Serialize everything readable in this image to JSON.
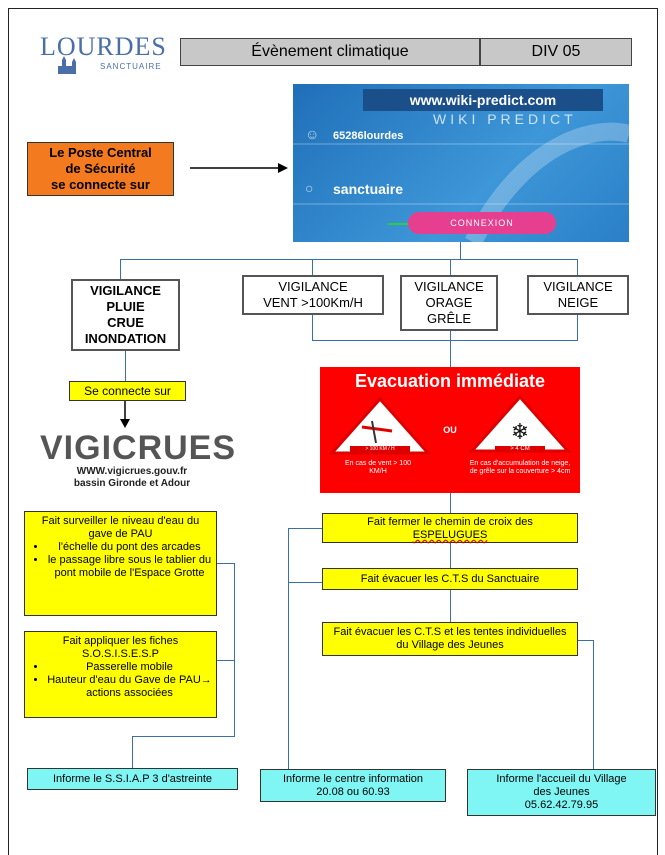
{
  "header": {
    "logo_main": "LOURDES",
    "logo_sub": "SANCTUAIRE",
    "title": "Évènement climatique",
    "code": "DIV 05"
  },
  "pcs_box": {
    "lines": [
      "Le Poste Central",
      "de Sécurité",
      "se connecte sur"
    ]
  },
  "wiki": {
    "url": "www.wiki-predict.com",
    "brand": "WIKI PREDICT",
    "user": "65286lourdes",
    "password": "sanctuaire",
    "button": "CONNEXION"
  },
  "vigilance": {
    "pluie": [
      "VIGILANCE",
      "PLUIE",
      "CRUE",
      "INONDATION"
    ],
    "vent": [
      "VIGILANCE",
      "VENT >100Km/H"
    ],
    "orage": [
      "VIGILANCE",
      "ORAGE",
      "GRÊLE"
    ],
    "neige": [
      "VIGILANCE",
      "NEIGE"
    ]
  },
  "left": {
    "connect": "Se connecte sur",
    "vigicrues_logo": "VIGICRUES",
    "vigicrues_url": "WWW.vigicrues.gouv.fr",
    "vigicrues_basin": "bassin Gironde et Adour",
    "box1_intro": "Fait surveiller le niveau d'eau du gave de PAU",
    "box1_items": [
      "l'échelle du pont des arcades",
      "le passage libre sous le tablier du pont mobile de l'Espace Grotte"
    ],
    "box2_intro": "Fait appliquer les fiches S.O.S.I.S.E.S.P",
    "box2_items": [
      "Passerelle mobile",
      "Hauteur d'eau du Gave de PAU→ actions associées"
    ]
  },
  "evac": {
    "title": "Evacuation immédiate",
    "or": "OU",
    "wind_sign": "> 100 KM / H",
    "snow_sign": "> 4 CM",
    "wind_caption": "En cas de vent > 100 KM/H",
    "snow_caption": "En cas d'accumulation de neige, de grêle sur la couverture > 4cm"
  },
  "actions": {
    "a1_line1": "Fait fermer le chemin de croix des",
    "a1_line2": "ESPELUGUES",
    "a2": "Fait évacuer les C.T.S du Sanctuaire",
    "a3": "Fait évacuer les C.T.S et les tentes individuelles du Village des Jeunes"
  },
  "inform": {
    "ssiap": "Informe le S.S.I.A.P 3 d'astreinte",
    "centre": [
      "Informe le centre information",
      "20.08 ou 60.93"
    ],
    "village": [
      "Informe l'accueil du Village",
      "des Jeunes",
      "05.62.42.79.95"
    ]
  },
  "colors": {
    "yellow": "#ffff00",
    "cyan": "#7ff6f4",
    "orange": "#f47a1f",
    "red": "#ff0000",
    "wiki_blue": "#2a7fc7",
    "line": "#3a6fa8"
  }
}
